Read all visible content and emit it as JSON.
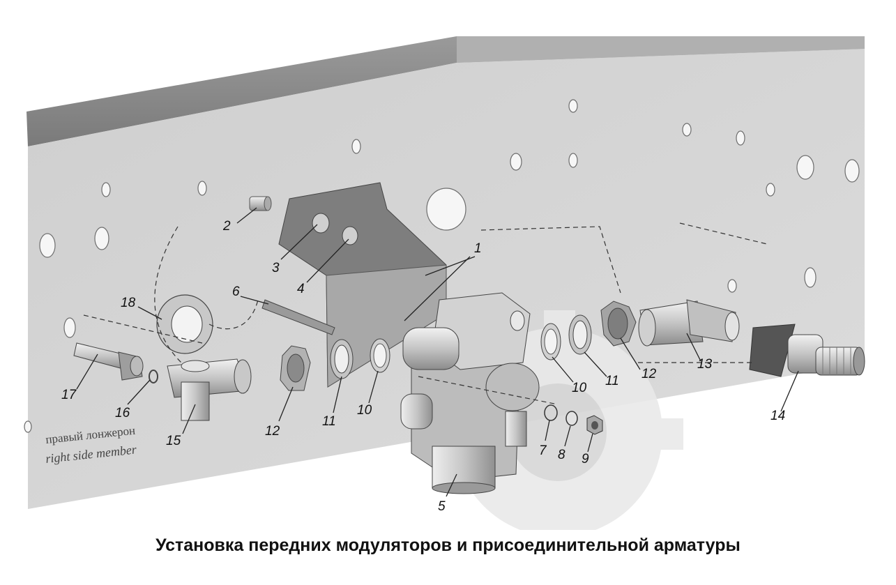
{
  "caption": "Установка передних модуляторов и присоединительной арматуры",
  "member_label": {
    "ru": "правый лонжерон",
    "en": "right side member"
  },
  "callouts": [
    {
      "id": "1",
      "text": "1"
    },
    {
      "id": "2",
      "text": "2"
    },
    {
      "id": "3",
      "text": "3"
    },
    {
      "id": "4",
      "text": "4"
    },
    {
      "id": "5",
      "text": "5"
    },
    {
      "id": "6",
      "text": "6"
    },
    {
      "id": "7",
      "text": "7"
    },
    {
      "id": "8",
      "text": "8"
    },
    {
      "id": "9",
      "text": "9"
    },
    {
      "id": "10a",
      "text": "10"
    },
    {
      "id": "10b",
      "text": "10"
    },
    {
      "id": "11a",
      "text": "11"
    },
    {
      "id": "11b",
      "text": "11"
    },
    {
      "id": "12a",
      "text": "12"
    },
    {
      "id": "12b",
      "text": "12"
    },
    {
      "id": "13",
      "text": "13"
    },
    {
      "id": "14",
      "text": "14"
    },
    {
      "id": "15",
      "text": "15"
    },
    {
      "id": "16",
      "text": "16"
    },
    {
      "id": "17",
      "text": "17"
    },
    {
      "id": "18",
      "text": "18"
    }
  ],
  "colors": {
    "frame_top": "#8e8e8e",
    "frame_web": "#d4d4d4",
    "part_light": "#dedede",
    "part_mid": "#b8b8b8",
    "part_dark": "#8a8a8a",
    "watermark": "#ebebeb"
  }
}
